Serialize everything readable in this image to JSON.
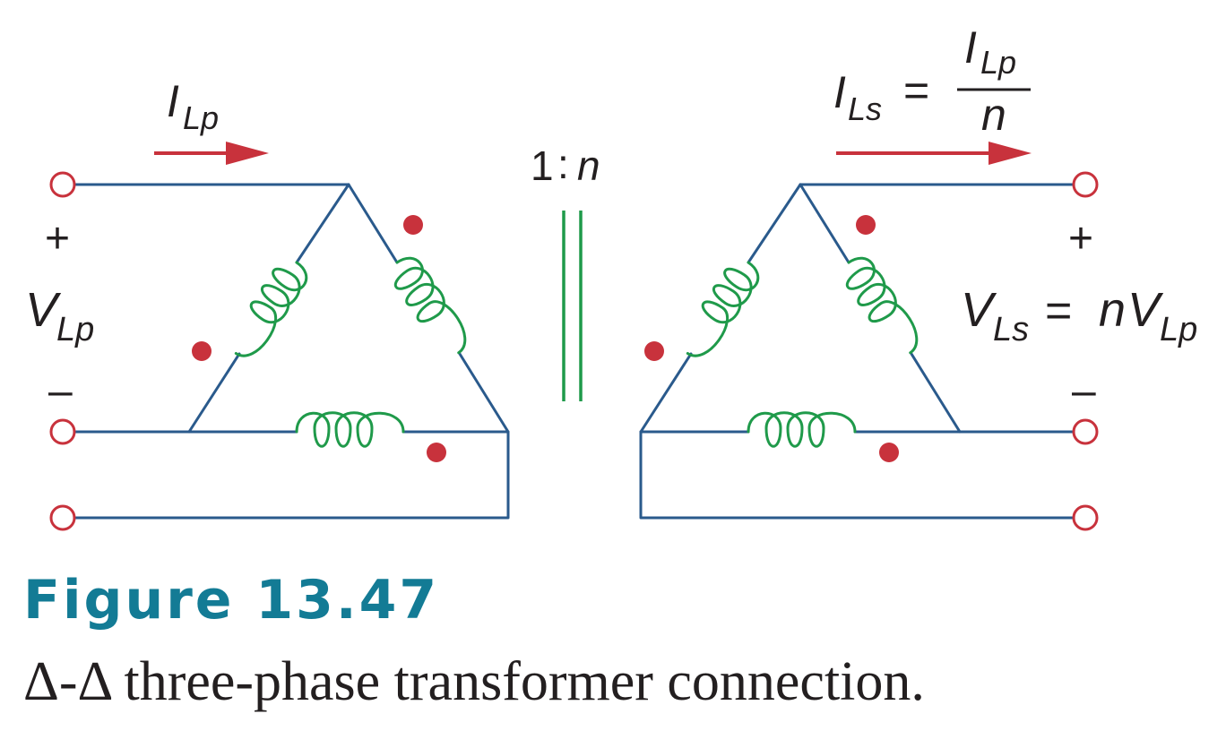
{
  "figure": {
    "number_label": "Figure 13.47",
    "caption": "Δ-Δ three-phase transformer connection."
  },
  "labels": {
    "turns_ratio": {
      "a": "1",
      "sep": ":",
      "b": "n"
    },
    "primary_current": {
      "main": "I",
      "sub": "Lp"
    },
    "secondary_current": {
      "main": "I",
      "sub": "Ls",
      "eq": "=",
      "num_main": "I",
      "num_sub": "Lp",
      "den": "n"
    },
    "primary_voltage": {
      "plus": "+",
      "main": "V",
      "sub": "Lp",
      "minus": "–"
    },
    "secondary_voltage": {
      "plus": "+",
      "main": "V",
      "sub": "Ls",
      "eq": "=",
      "coef": "n",
      "rhs_main": "V",
      "rhs_sub": "Lp",
      "minus": "–"
    }
  },
  "colors": {
    "wire": "#2a5a8c",
    "coil": "#1f9a4a",
    "terminal_and_dots": "#c8323c",
    "figure_number": "#137b95"
  }
}
